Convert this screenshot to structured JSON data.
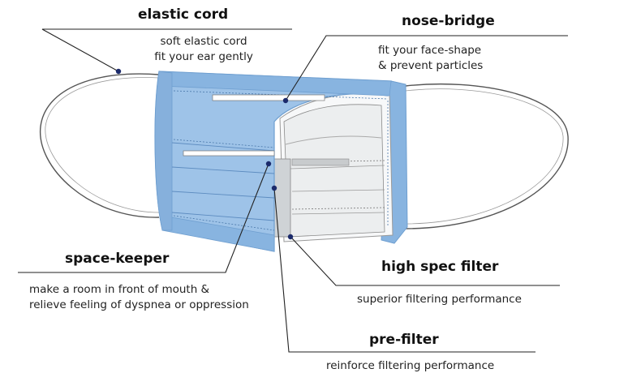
{
  "labels": {
    "elastic_cord": {
      "title": "elastic cord",
      "desc": [
        "soft elastic cord",
        "fit your ear gently"
      ]
    },
    "nose_bridge": {
      "title": "nose-bridge",
      "desc": [
        "fit your face-shape",
        "& prevent particles"
      ]
    },
    "space_keeper": {
      "title": "space-keeper",
      "desc": [
        "make a room in front of mouth &",
        "relieve feeling of dyspnea or oppression"
      ]
    },
    "high_spec_filter": {
      "title": "high spec filter",
      "desc": [
        "superior filtering performance"
      ]
    },
    "pre_filter": {
      "title": "pre-filter",
      "desc": [
        "reinforce filtering performance"
      ]
    }
  },
  "colors": {
    "mask_blue": "#9ec3e8",
    "mask_blue_dark": "#6f9fd0",
    "edge_blue": "#88b4e0",
    "inner_gray": "#e6e8ea",
    "leader": "#222222",
    "dot": "#1b2a6b"
  }
}
